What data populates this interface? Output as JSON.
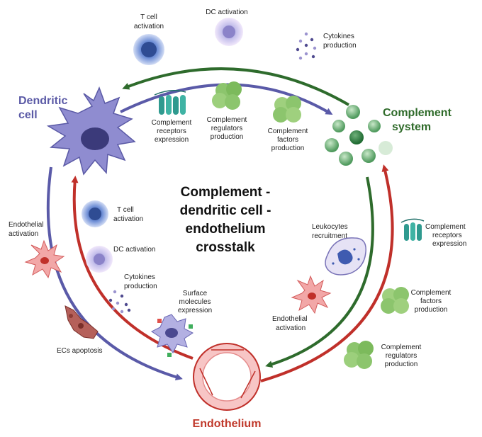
{
  "title": {
    "line1": "Complement -",
    "line2": "dendritic cell -",
    "line3": "endothelium",
    "line4": "crosstalk"
  },
  "nodes": {
    "dendritic": {
      "line1": "Dendritic",
      "line2": "cell"
    },
    "complement": {
      "line1": "Complement",
      "line2": "system"
    },
    "endothelium": {
      "line1": "Endothelium"
    }
  },
  "top_arc": {
    "t_cell": {
      "line1": "T cell",
      "line2": "activation"
    },
    "dc_activation": {
      "line1": "DC activation"
    },
    "cytokines": {
      "line1": "Cytokines",
      "line2": "production"
    },
    "receptors": {
      "line1": "Complement",
      "line2": "receptors",
      "line3": "expression"
    },
    "regulators": {
      "line1": "Complement",
      "line2": "regulators",
      "line3": "production"
    },
    "factors": {
      "line1": "Complement",
      "line2": "factors",
      "line3": "production"
    }
  },
  "left_arc": {
    "t_cell": {
      "line1": "T cell",
      "line2": "activation"
    },
    "dc_activation": {
      "line1": "DC activation"
    },
    "cytokines": {
      "line1": "Cytokines",
      "line2": "production"
    },
    "surface": {
      "line1": "Surface",
      "line2": "molecules",
      "line3": "expression"
    },
    "endothelial_activation": {
      "line1": "Endothelial",
      "line2": "activation"
    },
    "apoptosis": {
      "line1": "ECs apoptosis"
    }
  },
  "right_arc": {
    "leukocytes": {
      "line1": "Leukocytes",
      "line2": "recruitment"
    },
    "endothelial_activation": {
      "line1": "Endothelial",
      "line2": "activation"
    },
    "receptors": {
      "line1": "Complement",
      "line2": "receptors",
      "line3": "expression"
    },
    "factors": {
      "line1": "Complement",
      "line2": "factors",
      "line3": "production"
    },
    "regulators": {
      "line1": "Complement",
      "line2": "regulators",
      "line3": "production"
    }
  },
  "colors": {
    "dendritic_purple": "#5b5aa6",
    "complement_green": "#2f6b2a",
    "endothelium_red": "#c0392b",
    "arrow_blue": "#5a5aa8",
    "arrow_green": "#2e6b2c",
    "arrow_red": "#c0302a"
  }
}
